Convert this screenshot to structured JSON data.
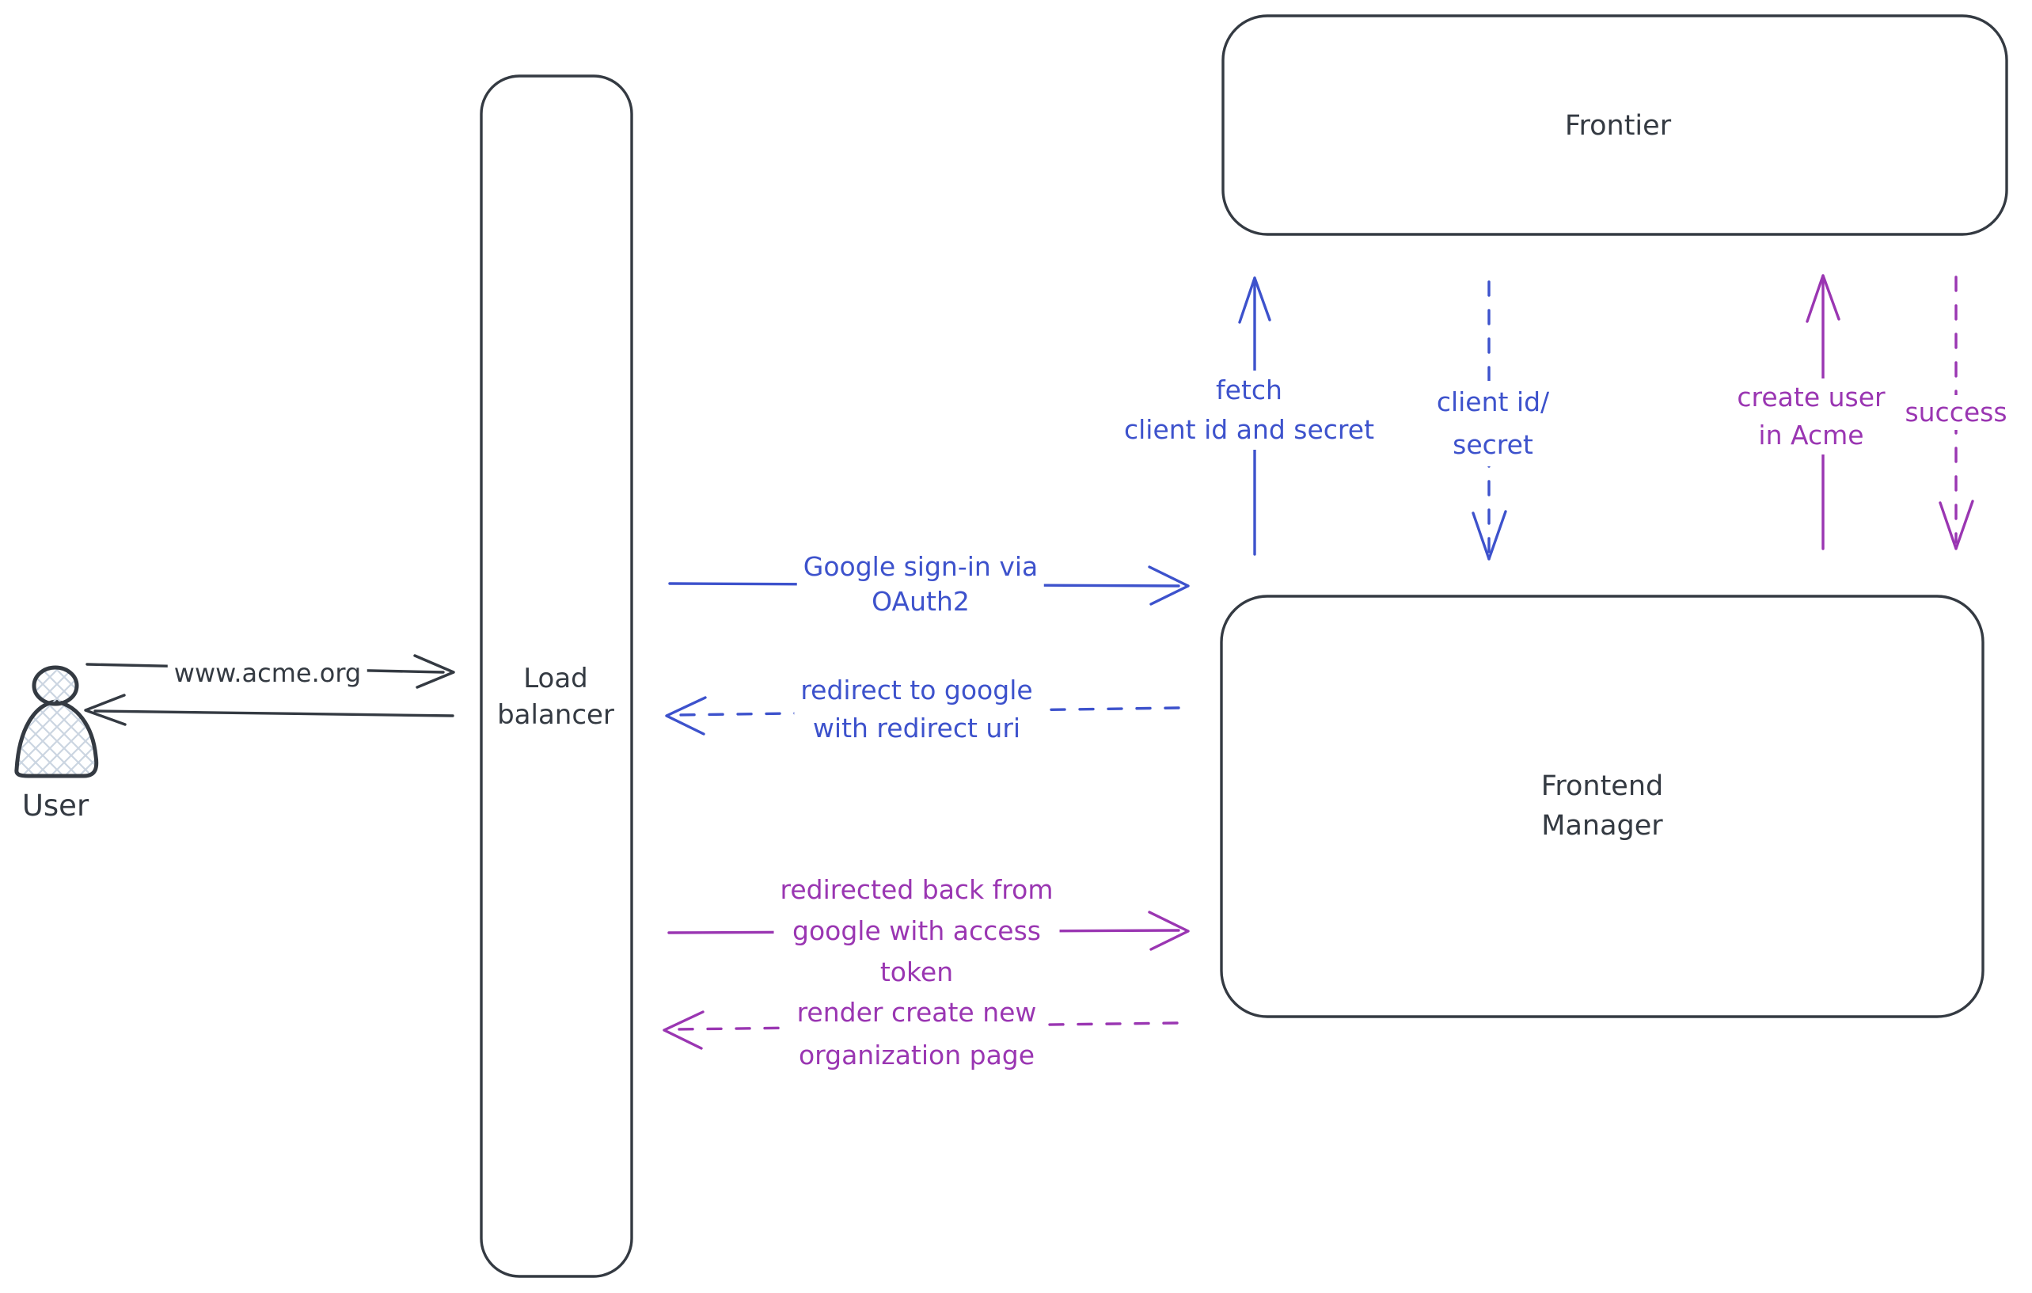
{
  "colors": {
    "dark": "#343a42",
    "blue": "#3d52cc",
    "purple": "#9a36b2",
    "hatch": "#cbd5e1",
    "background": "#ffffff"
  },
  "nodes": {
    "user": {
      "label": "User"
    },
    "load_balancer": {
      "line1": "Load",
      "line2": "balancer"
    },
    "frontier": {
      "label": "Frontier"
    },
    "frontend_manager": {
      "line1": "Frontend",
      "line2": "Manager"
    }
  },
  "messages": {
    "www_acme": {
      "line1": "www.acme.org",
      "color": "dark",
      "style": "solid",
      "from": "User",
      "to": "Load balancer"
    },
    "lb_reply": {
      "color": "dark",
      "style": "solid",
      "from": "Load balancer",
      "to": "User"
    },
    "google_signin": {
      "line1": "Google sign-in via",
      "line2": "OAuth2",
      "color": "blue",
      "style": "solid",
      "from": "Load balancer",
      "to": "Frontend Manager"
    },
    "redirect_google": {
      "line1": "redirect to google",
      "line2": "with redirect uri",
      "color": "blue",
      "style": "dashed",
      "from": "Frontend Manager",
      "to": "Load balancer"
    },
    "fetch_client": {
      "line1": "fetch",
      "line2": "client id and secret",
      "color": "blue",
      "style": "solid",
      "from": "Frontend Manager",
      "to": "Frontier"
    },
    "client_id_secret": {
      "line1": "client id/",
      "line2": "secret",
      "color": "blue",
      "style": "dashed",
      "from": "Frontier",
      "to": "Frontend Manager"
    },
    "create_user": {
      "line1": "create user",
      "line2": "in Acme",
      "color": "purple",
      "style": "solid",
      "from": "Frontend Manager",
      "to": "Frontier"
    },
    "success": {
      "line1": "success",
      "color": "purple",
      "style": "dashed",
      "from": "Frontier",
      "to": "Frontend Manager"
    },
    "redirected_back": {
      "line1": "redirected back from",
      "line2": "google with access",
      "line3": "token",
      "color": "purple",
      "style": "solid",
      "from": "Load balancer",
      "to": "Frontend Manager"
    },
    "render_page": {
      "line1": "render create new",
      "line2": "organization page",
      "color": "purple",
      "style": "dashed",
      "from": "Frontend Manager",
      "to": "Load balancer"
    }
  }
}
